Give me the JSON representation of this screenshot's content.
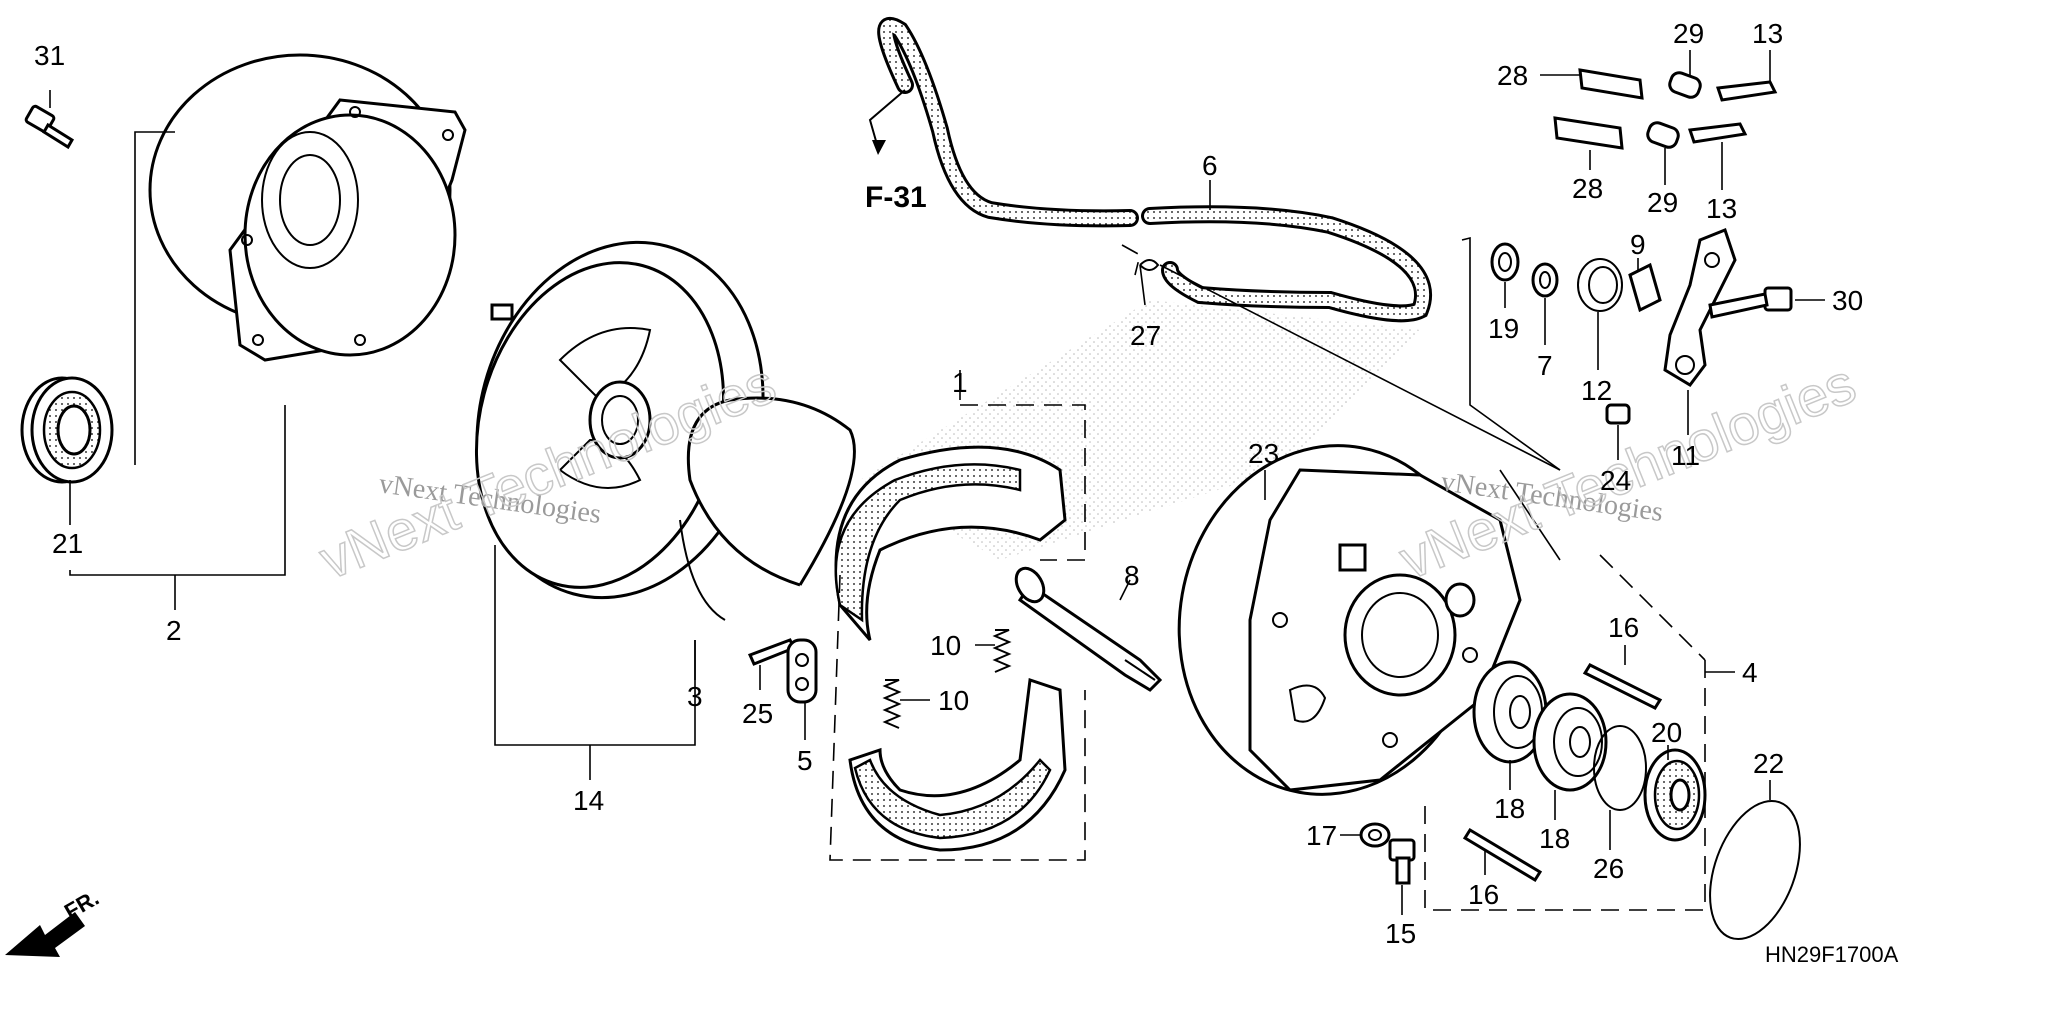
{
  "diagram": {
    "drawing_code": "HN29F1700A",
    "reference": "F-31",
    "front_label": "FR.",
    "watermarks": [
      "vNext Technologies",
      "vNext Technologies",
      "vNext Technologies",
      "vNext Technologies"
    ],
    "callouts": [
      "31",
      "2",
      "21",
      "14",
      "3",
      "25",
      "5",
      "1",
      "10",
      "10",
      "8",
      "6",
      "27",
      "23",
      "4",
      "29",
      "13",
      "28",
      "28",
      "29",
      "13",
      "9",
      "19",
      "7",
      "12",
      "11",
      "30",
      "24",
      "16",
      "18",
      "18",
      "20",
      "22",
      "17",
      "15",
      "16",
      "26"
    ]
  }
}
